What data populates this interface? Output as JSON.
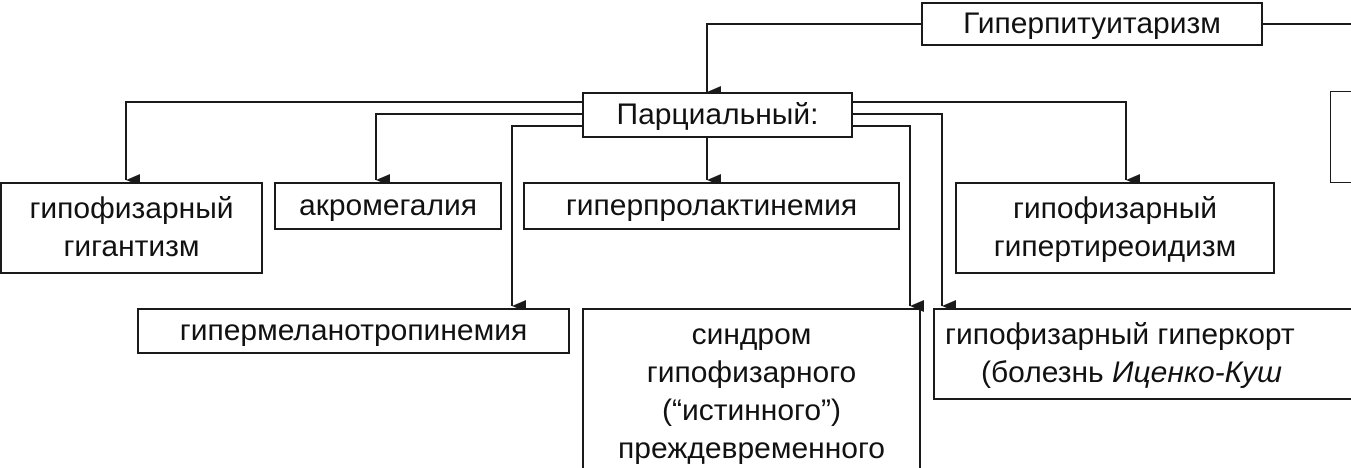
{
  "root": {
    "label": "Гиперпитуитаризм"
  },
  "partial": {
    "label": "Парциальный:"
  },
  "nodes": {
    "pituitary_gigantism": {
      "lines": [
        "гипофизарный",
        "гигантизм"
      ]
    },
    "acromegaly": {
      "label": "акромегалия"
    },
    "hyperprolactinemia": {
      "label": "гиперпролактинемия"
    },
    "pituitary_hyperthyroidism": {
      "lines": [
        "гипофизарный",
        "гипертиреоидизм"
      ]
    },
    "hypermelanotropinemia": {
      "label": "гипермеланотропинемия"
    },
    "precocious_puberty": {
      "lines": [
        "синдром",
        "гипофизарного",
        "(“истинного”)",
        "преждевременного"
      ]
    },
    "cushing": {
      "line1": "гипофизарный гиперкорт",
      "line2_prefix": "(болезнь ",
      "line2_italic": "Иценко-Куш"
    }
  },
  "colors": {
    "line": "#1a1a1a",
    "text": "#111111",
    "background": "#ffffff"
  }
}
